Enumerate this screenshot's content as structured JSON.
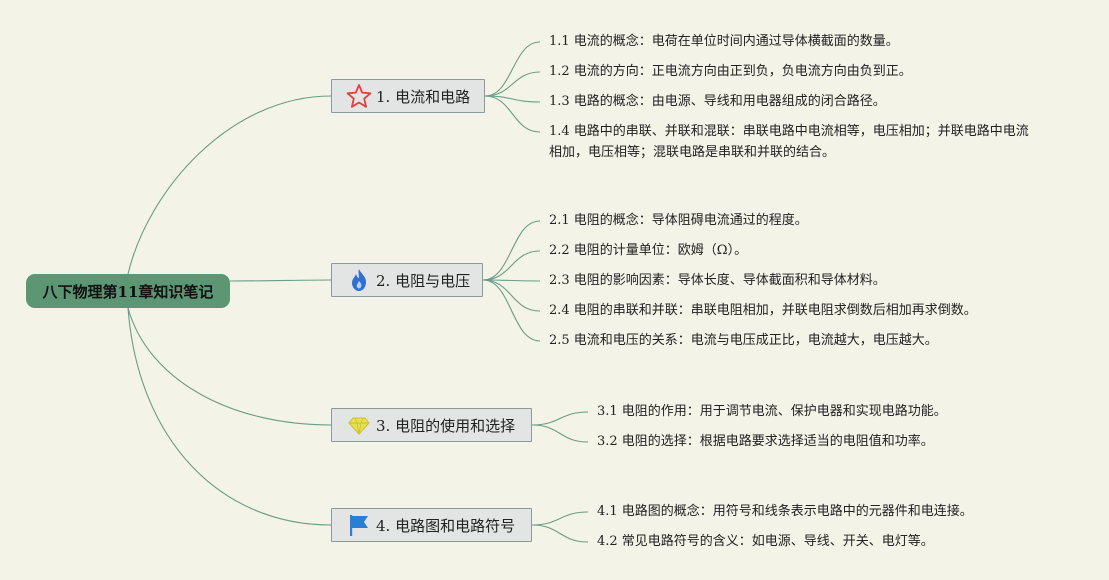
{
  "root": {
    "label": "八下物理第11章知识笔记"
  },
  "branches": [
    {
      "label": "1. 电流和电路",
      "icon": "star-icon",
      "children": [
        "1.1 电流的概念：电荷在单位时间内通过导体横截面的数量。",
        "1.2 电流的方向：正电流方向由正到负，负电流方向由负到正。",
        "1.3 电路的概念：由电源、导线和用电器组成的闭合路径。",
        "1.4 电路中的串联、并联和混联：串联电路中电流相等，电压相加；并联电路中电流相加，电压相等；混联电路是串联和并联的结合。"
      ]
    },
    {
      "label": "2. 电阻与电压",
      "icon": "flame-icon",
      "children": [
        "2.1 电阻的概念：导体阻碍电流通过的程度。",
        "2.2 电阻的计量单位：欧姆（Ω）。",
        "2.3 电阻的影响因素：导体长度、导体截面积和导体材料。",
        "2.4 电阻的串联和并联：串联电阻相加，并联电阻求倒数后相加再求倒数。",
        "2.5 电流和电压的关系：电流与电压成正比，电流越大，电压越大。"
      ]
    },
    {
      "label": "3. 电阻的使用和选择",
      "icon": "gem-icon",
      "children": [
        "3.1 电阻的作用：用于调节电流、保护电器和实现电路功能。",
        "3.2 电阻的选择：根据电路要求选择适当的电阻值和功率。"
      ]
    },
    {
      "label": "4. 电路图和电路符号",
      "icon": "flag-icon",
      "children": [
        "4.1 电路图的概念：用符号和线条表示电路中的元器件和电连接。",
        "4.2 常见电路符号的含义：如电源、导线、开关、电灯等。"
      ]
    }
  ],
  "colors": {
    "line": "#6a9c86",
    "root_fill": "#5c9674",
    "star": "#e0413a",
    "flame": "#2f6fd6",
    "gem": "#e8e050",
    "flag": "#2a7fd4"
  }
}
